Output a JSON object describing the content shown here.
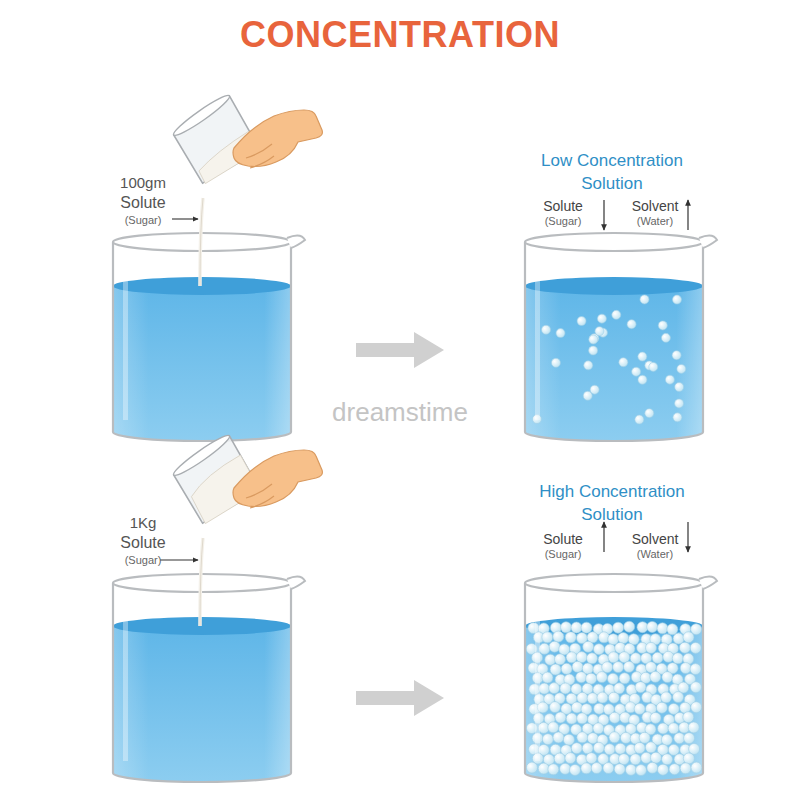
{
  "diagram": {
    "title": "CONCENTRATION",
    "labels": [
      "100gm",
      "Solute",
      "(Sugar)",
      "Low Concentration Solution",
      "Solute",
      "(Sugar)",
      "Solvent",
      "(Water)",
      "dreamstime",
      "1Kg",
      "Solute",
      "(Sugar)",
      "High Concentration Solution",
      "Solute",
      "(Sugar)",
      "Solvent",
      "(Water)"
    ]
  }
}
